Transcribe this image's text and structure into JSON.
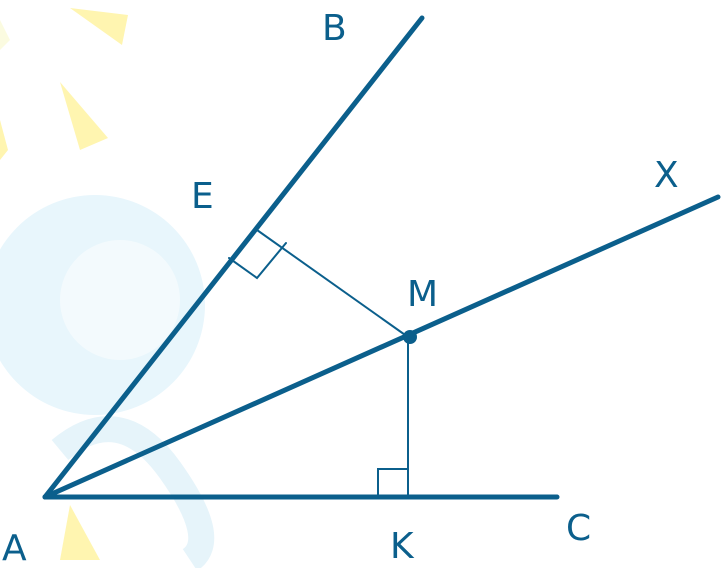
{
  "diagram": {
    "points": {
      "A": "A",
      "B": "B",
      "C": "C",
      "X": "X",
      "E": "E",
      "M": "M",
      "K": "K"
    },
    "colors": {
      "line": "#0b5f8c",
      "background": "#ffffff",
      "decor_yellow": "#fff3a6",
      "decor_blue": "#e3f4fb"
    }
  }
}
